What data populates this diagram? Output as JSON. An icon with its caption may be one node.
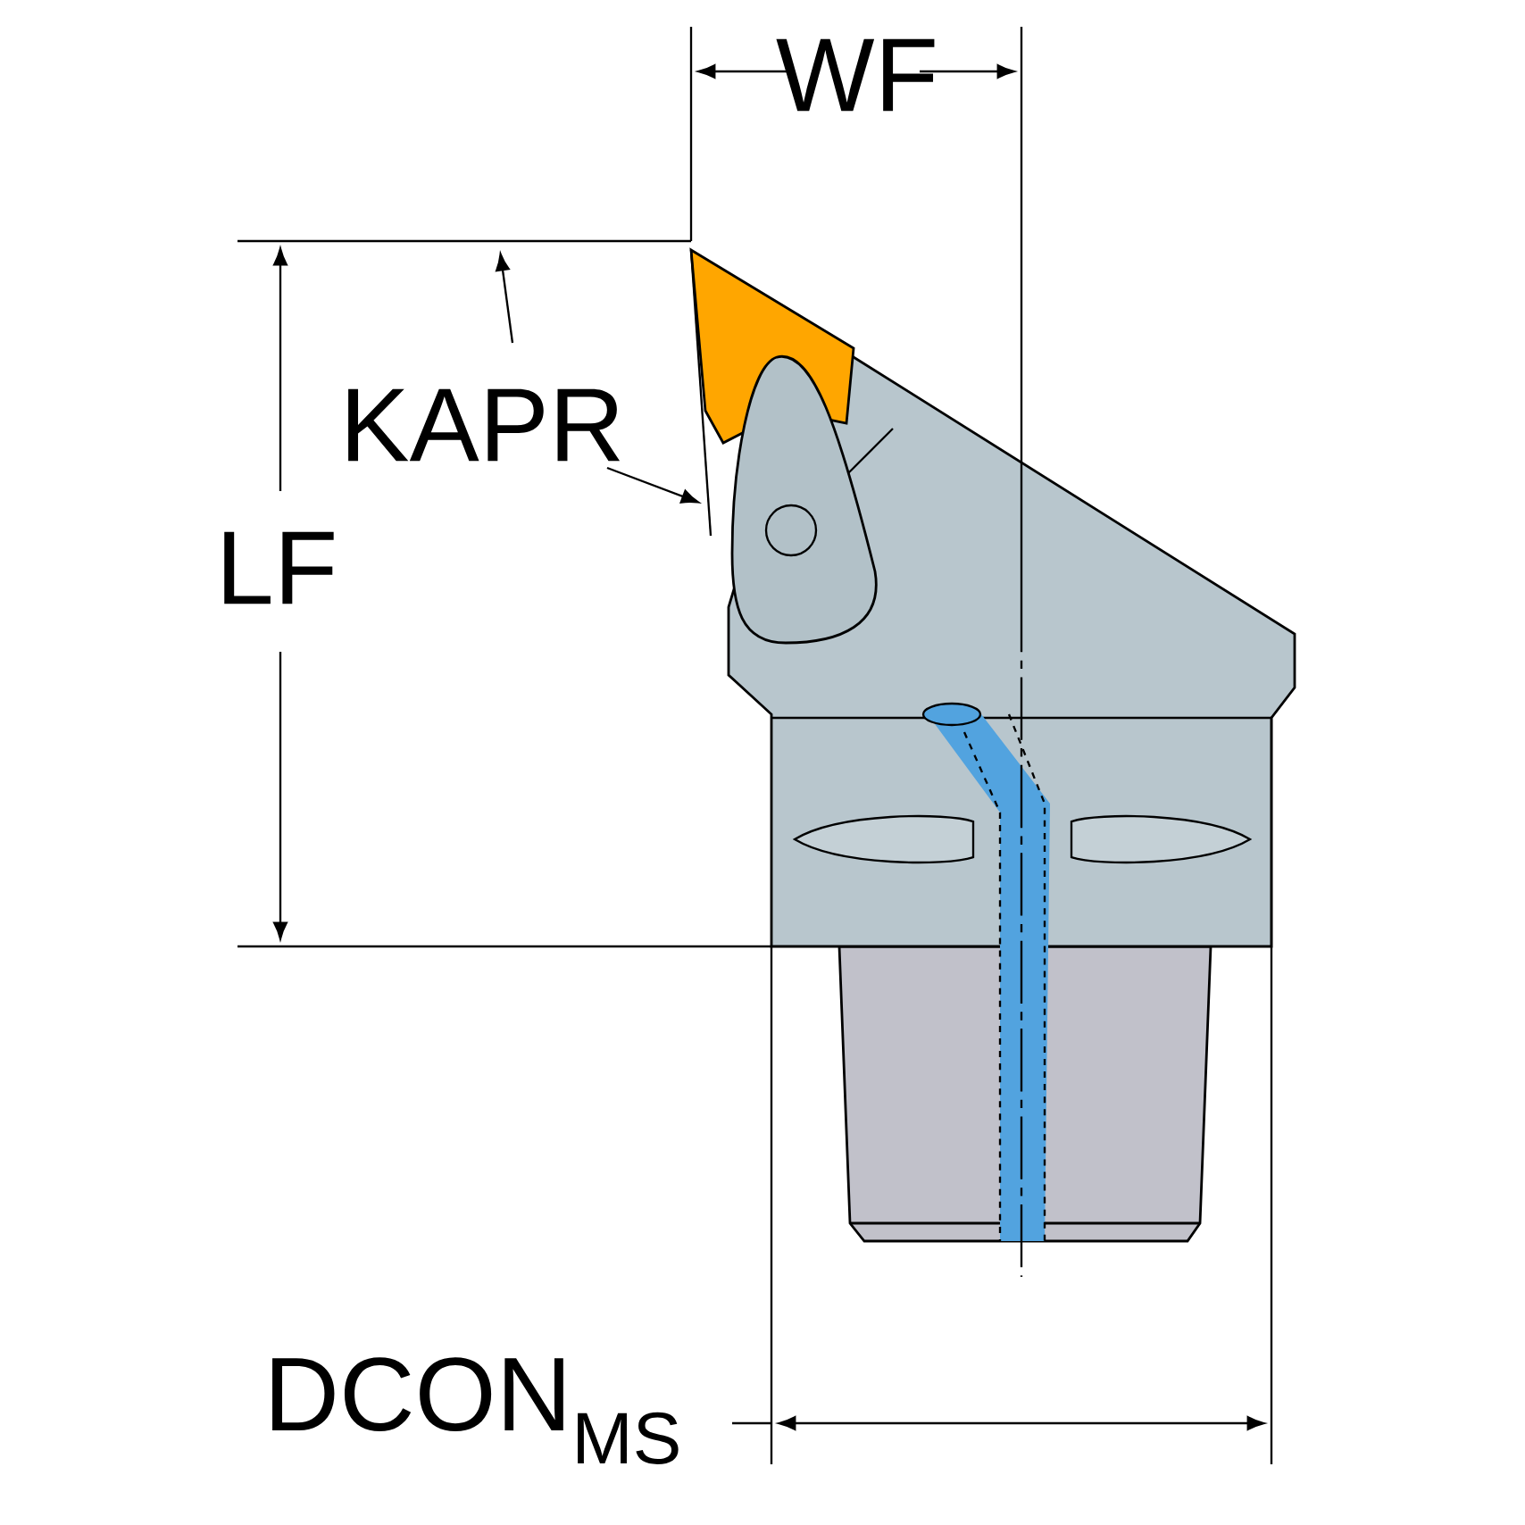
{
  "diagram": {
    "labels": [
      "WF",
      "KAPR",
      "LF",
      "DCON$_{MS}$"
    ]
  }
}
